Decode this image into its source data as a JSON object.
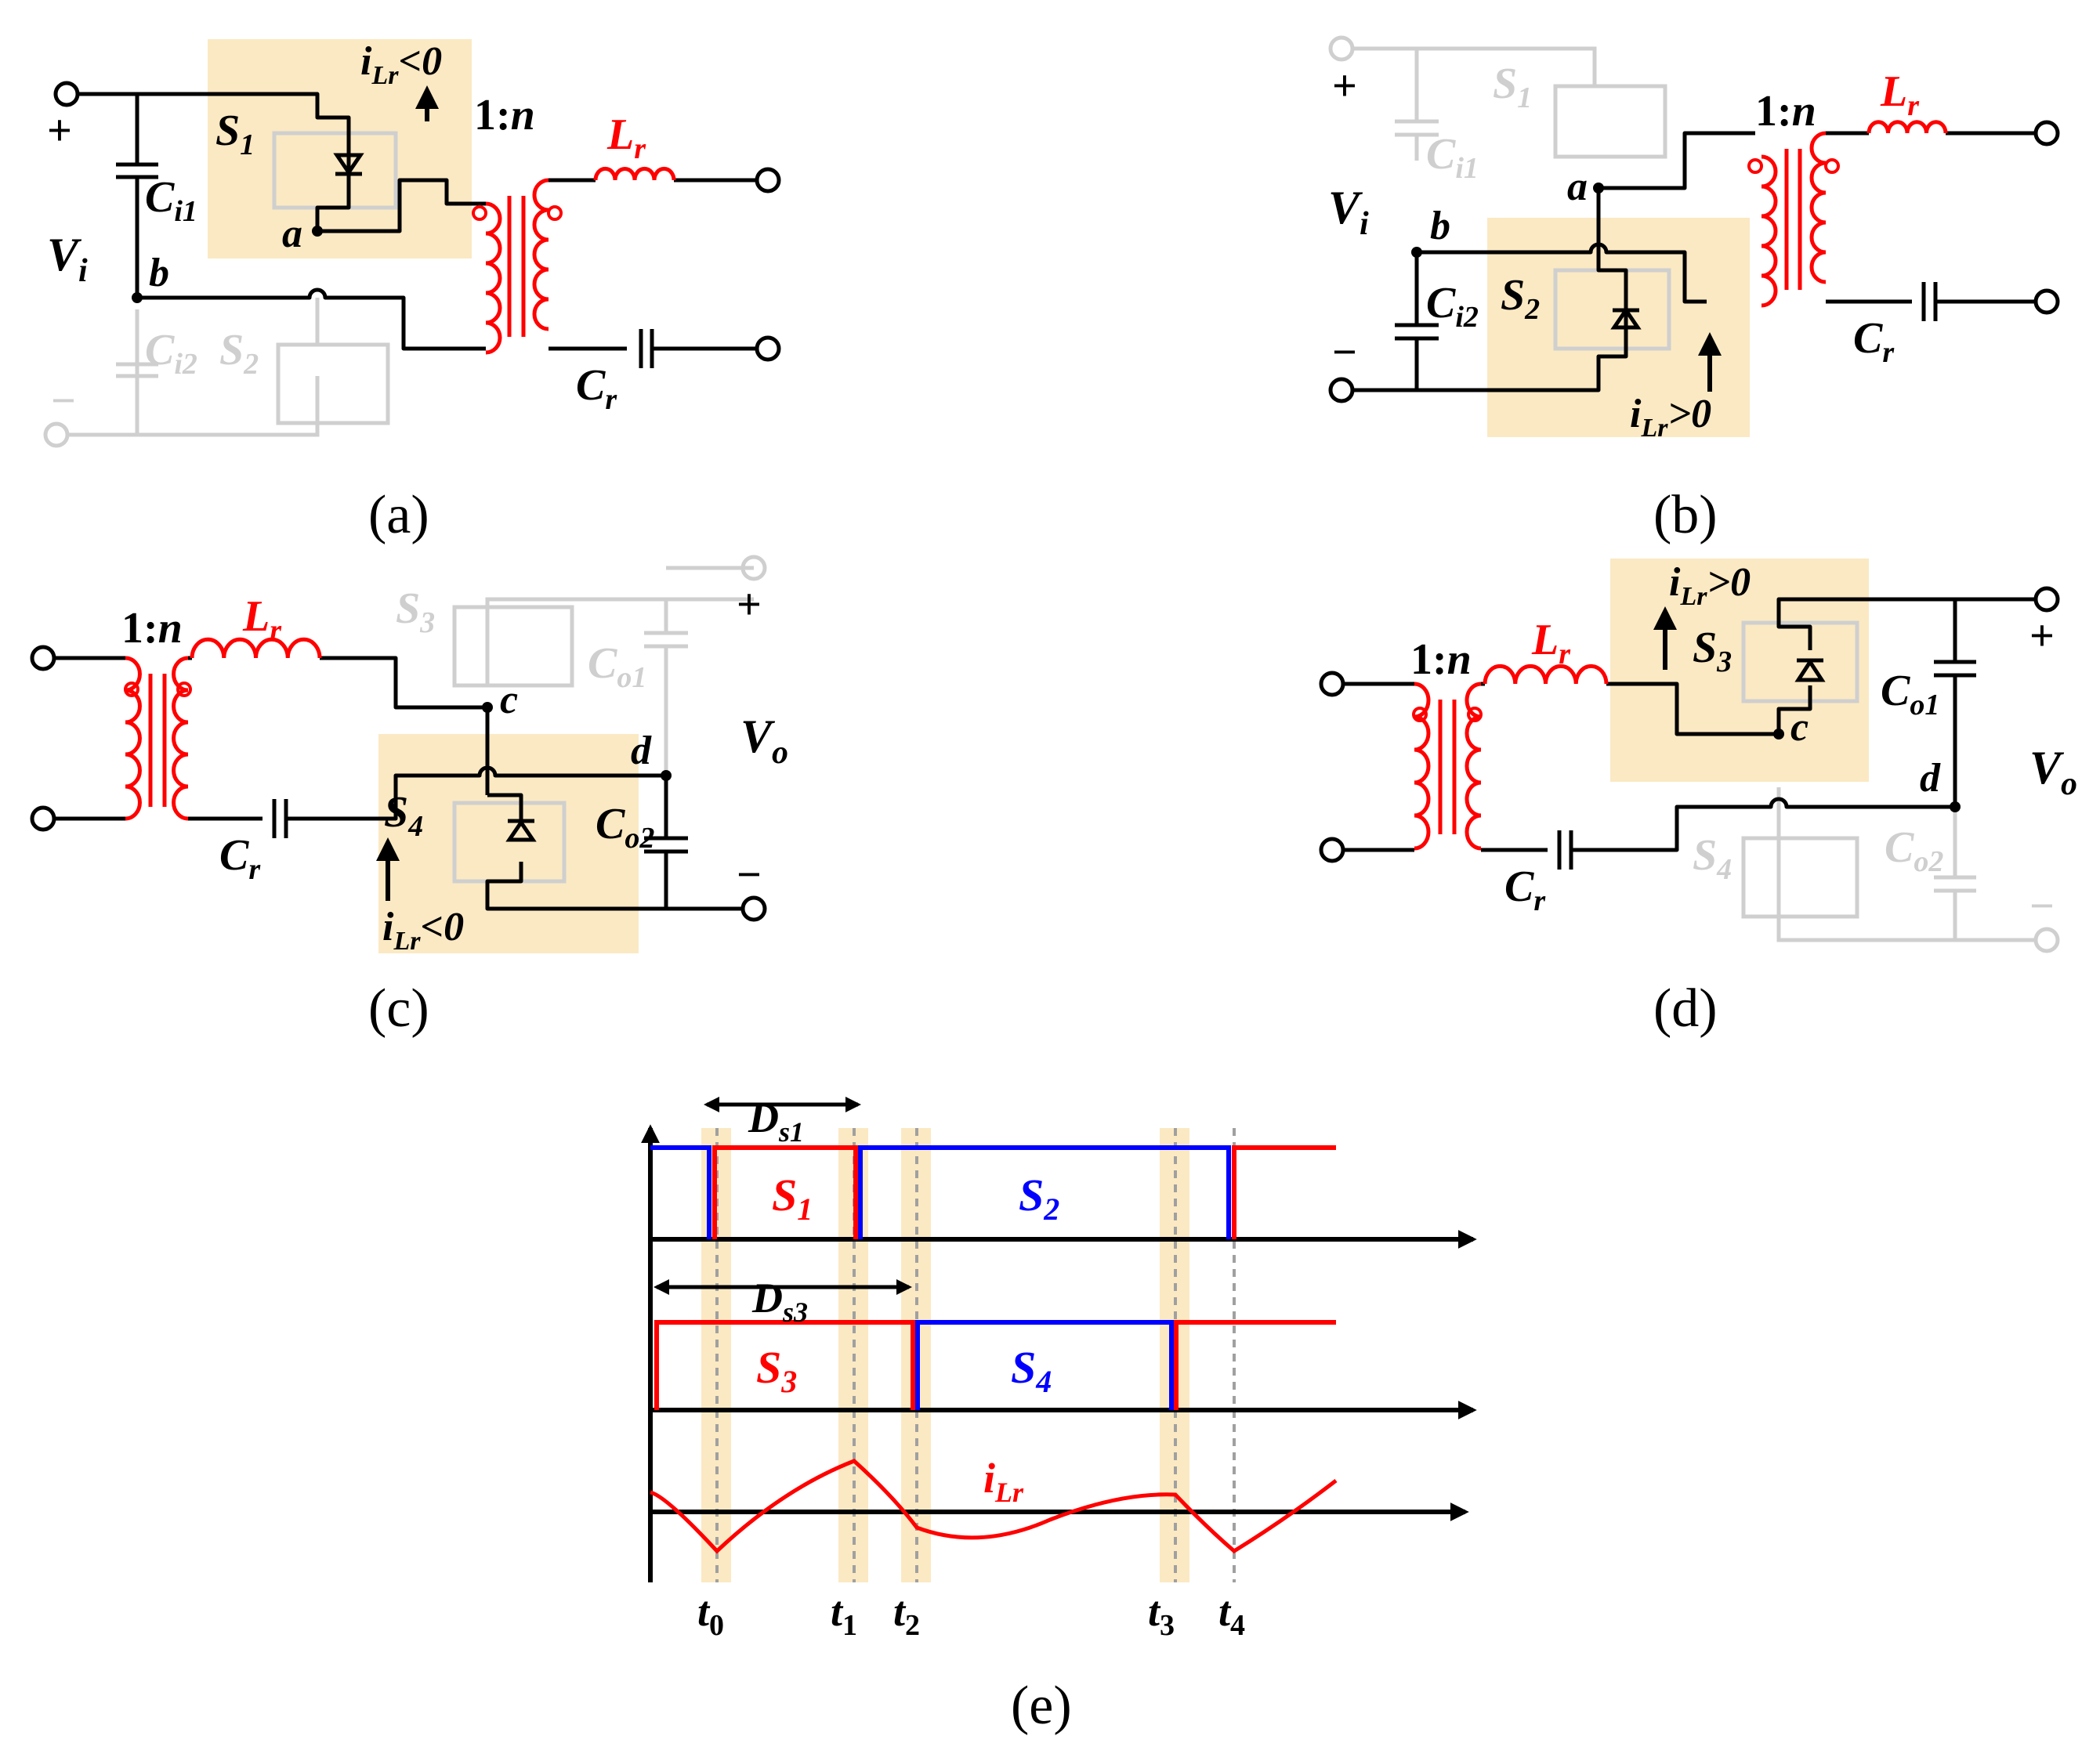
{
  "captions": {
    "a": "(a)",
    "b": "(b)",
    "c": "(c)",
    "d": "(d)",
    "e": "(e)"
  },
  "labels": {
    "plus": "+",
    "minus": "−",
    "vi_main": "V",
    "vi_sub": "i",
    "vo_main": "V",
    "vo_sub": "o",
    "ratio": "1:",
    "ratio_n": "n",
    "lr_main": "L",
    "lr_sub": "r",
    "cr_main": "C",
    "cr_sub": "r",
    "ci1_main": "C",
    "ci1_sub": "i1",
    "ci2_main": "C",
    "ci2_sub": "i2",
    "co1_main": "C",
    "co1_sub": "o1",
    "co2_main": "C",
    "co2_sub": "o2",
    "s1_main": "S",
    "s1_sub": "1",
    "s2_main": "S",
    "s2_sub": "2",
    "s3_main": "S",
    "s3_sub": "3",
    "s4_main": "S",
    "s4_sub": "4",
    "node_a": "a",
    "node_b": "b",
    "node_c": "c",
    "node_d": "d",
    "i_main": "i",
    "i_sub": "Lr",
    "lt0": "<0",
    "gt0": ">0"
  },
  "timing": {
    "ds1_main": "D",
    "ds1_sub": "s1",
    "ds3_main": "D",
    "ds3_sub": "s3",
    "ilr_main": "i",
    "ilr_sub": "Lr",
    "times": [
      {
        "main": "t",
        "sub": "0"
      },
      {
        "main": "t",
        "sub": "1"
      },
      {
        "main": "t",
        "sub": "2"
      },
      {
        "main": "t",
        "sub": "3"
      },
      {
        "main": "t",
        "sub": "4"
      }
    ]
  },
  "colors": {
    "red": "#ff0000",
    "blue": "#0000ff",
    "highlight": "#fbe9c3",
    "gray": "#cfcfcf",
    "black": "#000000"
  }
}
